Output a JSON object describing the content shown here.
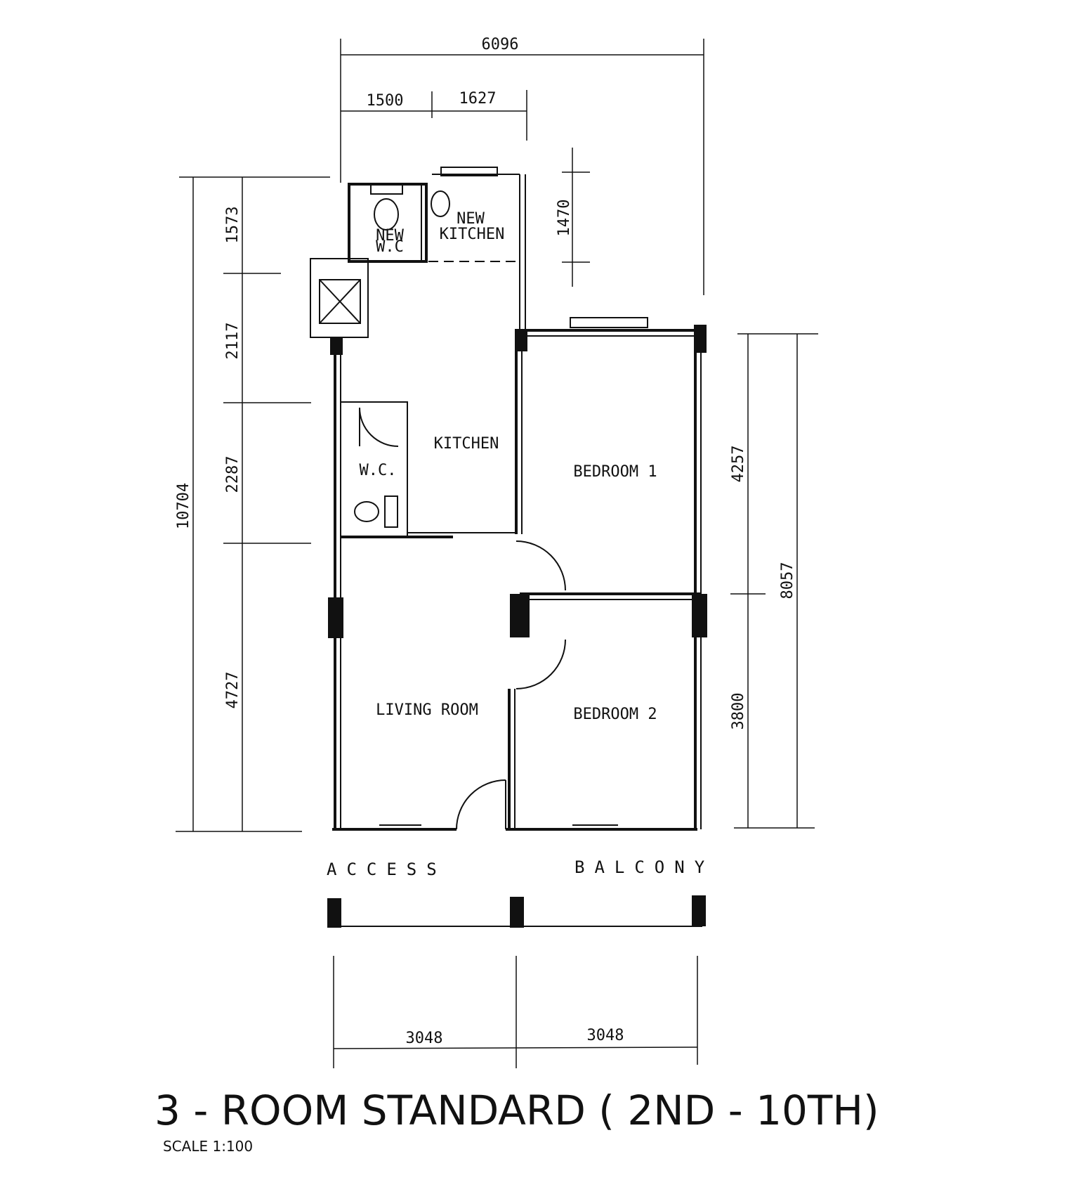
{
  "title": "3 - ROOM STANDARD ( 2ND - 10TH)",
  "scale": "SCALE 1:100",
  "rooms": {
    "new_wc": [
      "NEW",
      "W.C"
    ],
    "new_kitchen": [
      "NEW",
      "KITCHEN"
    ],
    "kitchen": "KITCHEN",
    "wc": "W.C.",
    "bedroom1": "BEDROOM 1",
    "bedroom2": "BEDROOM 2",
    "living": "LIVING ROOM"
  },
  "access_balcony": {
    "left": "ACCESS",
    "right": "BALCONY"
  },
  "dimensions": {
    "top_overall": "6096",
    "top_left": "1500",
    "top_right": "1627",
    "new_kitchen_depth": "1470",
    "left_overall": "10704",
    "left_1": "1573",
    "left_2": "2117",
    "left_3": "2287",
    "left_4": "4727",
    "right_1": "4257",
    "right_2": "3800",
    "right_overall": "8057",
    "bottom_left": "3048",
    "bottom_right": "3048"
  }
}
